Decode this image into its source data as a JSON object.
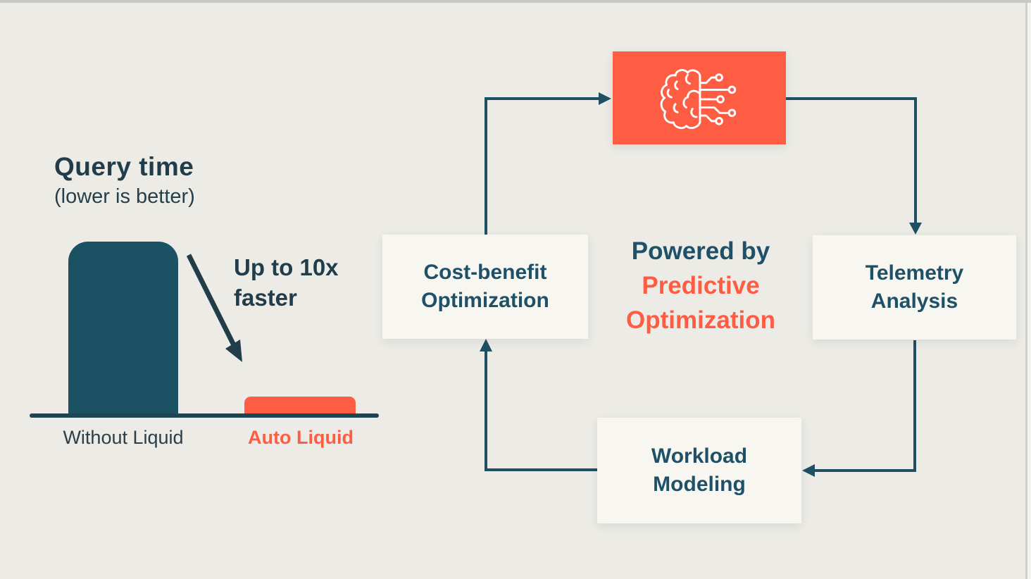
{
  "colors": {
    "background": "#ecebe6",
    "surface_box": "#f7f6f0",
    "teal_line": "#1e4f63",
    "teal_bar": "#1a5264",
    "teal_text": "#1e5168",
    "heading_dark": "#213d4a",
    "orange": "#ff5c44",
    "top_strip": "#c5cac6"
  },
  "chart": {
    "title": "Query time",
    "subtitle": "(lower is better)",
    "annotation_line1": "Up to 10x",
    "annotation_line2": "faster",
    "bars": [
      {
        "label": "Without Liquid",
        "color": "#1a5264"
      },
      {
        "label": "Auto Liquid",
        "color": "#ff5c44"
      }
    ]
  },
  "chart_data": {
    "type": "bar",
    "title": "Query time",
    "subtitle": "(lower is better)",
    "categories": [
      "Without Liquid",
      "Auto Liquid"
    ],
    "values_relative": [
      1.0,
      0.11
    ],
    "series_colors": [
      "#1a5264",
      "#ff5c44"
    ],
    "annotation": "Up to 10x faster",
    "axes": "no numeric axis labels; baseline only",
    "legend": "none"
  },
  "cycle": {
    "heading": {
      "line1": "Powered by",
      "line2": "Predictive",
      "line3": "Optimization"
    },
    "nodes": {
      "brain": {
        "icon": "brain-circuit-icon"
      },
      "telemetry": {
        "label": "Telemetry Analysis"
      },
      "workload": {
        "label": "Workload Modeling"
      },
      "cost_benefit": {
        "label": "Cost-benefit Optimization"
      }
    },
    "flow_order": [
      "brain",
      "telemetry",
      "workload",
      "cost_benefit"
    ]
  }
}
